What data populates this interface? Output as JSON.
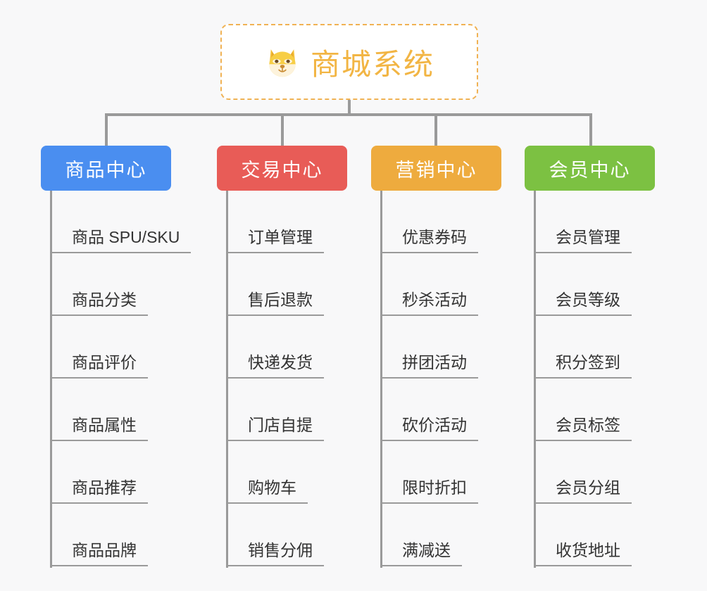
{
  "root": {
    "icon": "dog-face-icon",
    "title": "商城系统",
    "title_color": "#f2b544",
    "border_color": "#f0b254"
  },
  "connector_color": "#9a9a9a",
  "background_color": "#f8f8f9",
  "columns": [
    {
      "id": "product-center",
      "label": "商品中心",
      "color": "#4a8ef0",
      "items": [
        "商品 SPU/SKU",
        "商品分类",
        "商品评价",
        "商品属性",
        "商品推荐",
        "商品品牌"
      ]
    },
    {
      "id": "trade-center",
      "label": "交易中心",
      "color": "#e85c57",
      "items": [
        "订单管理",
        "售后退款",
        "快递发货",
        "门店自提",
        "购物车",
        "销售分佣"
      ]
    },
    {
      "id": "marketing-center",
      "label": "营销中心",
      "color": "#eeab3e",
      "items": [
        "优惠券码",
        "秒杀活动",
        "拼团活动",
        "砍价活动",
        "限时折扣",
        "满减送"
      ]
    },
    {
      "id": "member-center",
      "label": "会员中心",
      "color": "#7cc142",
      "items": [
        "会员管理",
        "会员等级",
        "积分签到",
        "会员标签",
        "会员分组",
        "收货地址"
      ]
    }
  ]
}
